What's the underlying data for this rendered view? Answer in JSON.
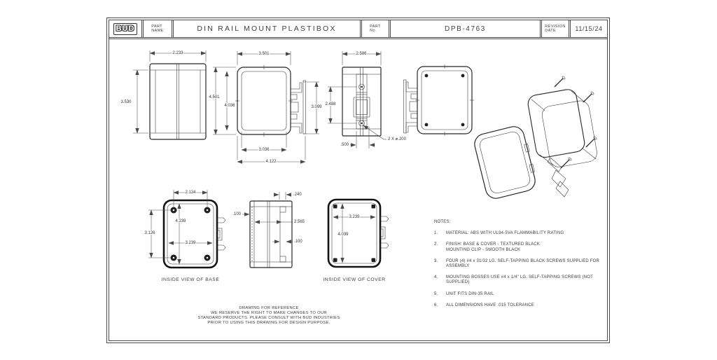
{
  "title_block": {
    "logo_text": "BUD",
    "part_name_label_line1": "PART",
    "part_name_label_line2": "NAME",
    "part_name": "DIN RAIL MOUNT PLASTIBOX",
    "part_no_label_line1": "PART",
    "part_no_label_line2": "No.",
    "part_no": "DPB-4763",
    "revision_label_line1": "REVISION",
    "revision_label_line2": "DATE",
    "revision_date": "11/15/24"
  },
  "views": {
    "side_view": {
      "dim_depth": "2.233",
      "dim_height": "3.530"
    },
    "front_view": {
      "dim_width": "3.501",
      "dim_height_outer": "4.501",
      "dim_height_inner": "4.036",
      "dim_width_inner": "3.036",
      "dim_width_total": "4.122",
      "dim_clip_height": "3.099"
    },
    "back_view": {
      "dim_width": "2.586",
      "dim_hole_spacing": "2.488",
      "dim_hole_callout": "2 X ⌀.200",
      "dim_hole_offset": ".500"
    },
    "inside_base": {
      "caption": "INSIDE VIEW OF BASE",
      "dim_boss_spacing_h": "2.124",
      "dim_boss_spacing_v": "3.126",
      "dim_inner_height": "4.239",
      "dim_inner_width": "3.239"
    },
    "section_view": {
      "dim_lip": ".240",
      "dim_wall_left": ".100",
      "dim_inner_depth": "2.565",
      "dim_wall_right": ".100"
    },
    "inside_cover": {
      "caption": "INSIDE VIEW OF COVER",
      "dim_inner_width": "3.239",
      "dim_inner_height": "4.039"
    }
  },
  "notes": {
    "heading": "NOTES:",
    "items": [
      {
        "num": "1.",
        "text": "MATERIAL: ABS WITH UL94-5VA FLAMMABILITY RATING"
      },
      {
        "num": "2.",
        "text": "FINISH: BASE & COVER - TEXTURED BLACK\nMOUNTING CLIP - SMOOTH BLACK"
      },
      {
        "num": "3.",
        "text": "FOUR (4) #4 x 31/32 LG. SELF-TAPPING BLACK SCREWS SUPPLIED FOR\nASSEMBLY"
      },
      {
        "num": "4.",
        "text": "MOUNTING BOSSES USE #4 x 1/4\" LG. SELF-TAPPING SCREWS (NOT\nSUPPLIED)"
      },
      {
        "num": "5.",
        "text": "UNIT FITS DIN-35 RAIL"
      },
      {
        "num": "6.",
        "text": "ALL DIMENSIONS HAVE .015 TOLERANCE"
      }
    ]
  },
  "reference_note": {
    "line1": "DRAWING FOR REFERENCE",
    "line2": "WE RESERVE THE RIGHT TO MAKE CHANGES TO OUR",
    "line3": "STANDARD PRODUCTS. PLEASE CONSULT WITH BUD INDUSTRIES",
    "line4": "PRIOR TO USING THIS DRAWING FOR DESIGN PURPOSE."
  },
  "colors": {
    "line": "#2e2e2e",
    "dim": "#4a4a4a",
    "background": "#ffffff"
  }
}
